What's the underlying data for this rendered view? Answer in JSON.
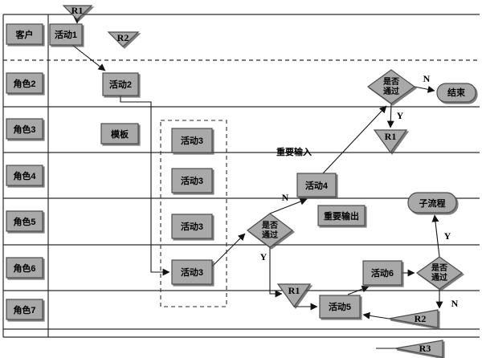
{
  "diagram": {
    "colors": {
      "background": "#ffffff",
      "node_fill": "#a9a9a9",
      "node_border": "#4c4c4c",
      "line": "#2b2b2b"
    },
    "lanes": [
      {
        "label": "客户"
      },
      {
        "label": "角色2"
      },
      {
        "label": "角色3"
      },
      {
        "label": "角色4"
      },
      {
        "label": "角色5"
      },
      {
        "label": "角色6"
      },
      {
        "label": "角色7"
      }
    ],
    "nodes": {
      "r1_top": "R1",
      "activity1": "活动1",
      "r2_top": "R2",
      "activity2": "活动2",
      "decision_top": {
        "line1": "是否",
        "line2": "通过"
      },
      "end": "结束",
      "r1_right": "R1",
      "template": "模板",
      "activity3_1": "活动3",
      "activity3_2": "活动3",
      "activity3_3": "活动3",
      "activity3_4": "活动3",
      "important_input": "重要输入",
      "activity4": "活动4",
      "decision_mid": {
        "line1": "是否",
        "line2": "通过"
      },
      "important_output": "重要输出",
      "subprocess": "子流程",
      "r1_mid": "R1",
      "activity6": "活动6",
      "decision_bottom": {
        "line1": "是否",
        "line2": "通过"
      },
      "activity5": "活动5",
      "r2_bottom": "R2",
      "r3_bottom": "R3"
    },
    "edge_labels": {
      "n_top": "N",
      "y_top": "Y",
      "n_mid": "N",
      "y_mid": "Y",
      "y_bottom": "Y",
      "n_bottom": "N"
    }
  }
}
